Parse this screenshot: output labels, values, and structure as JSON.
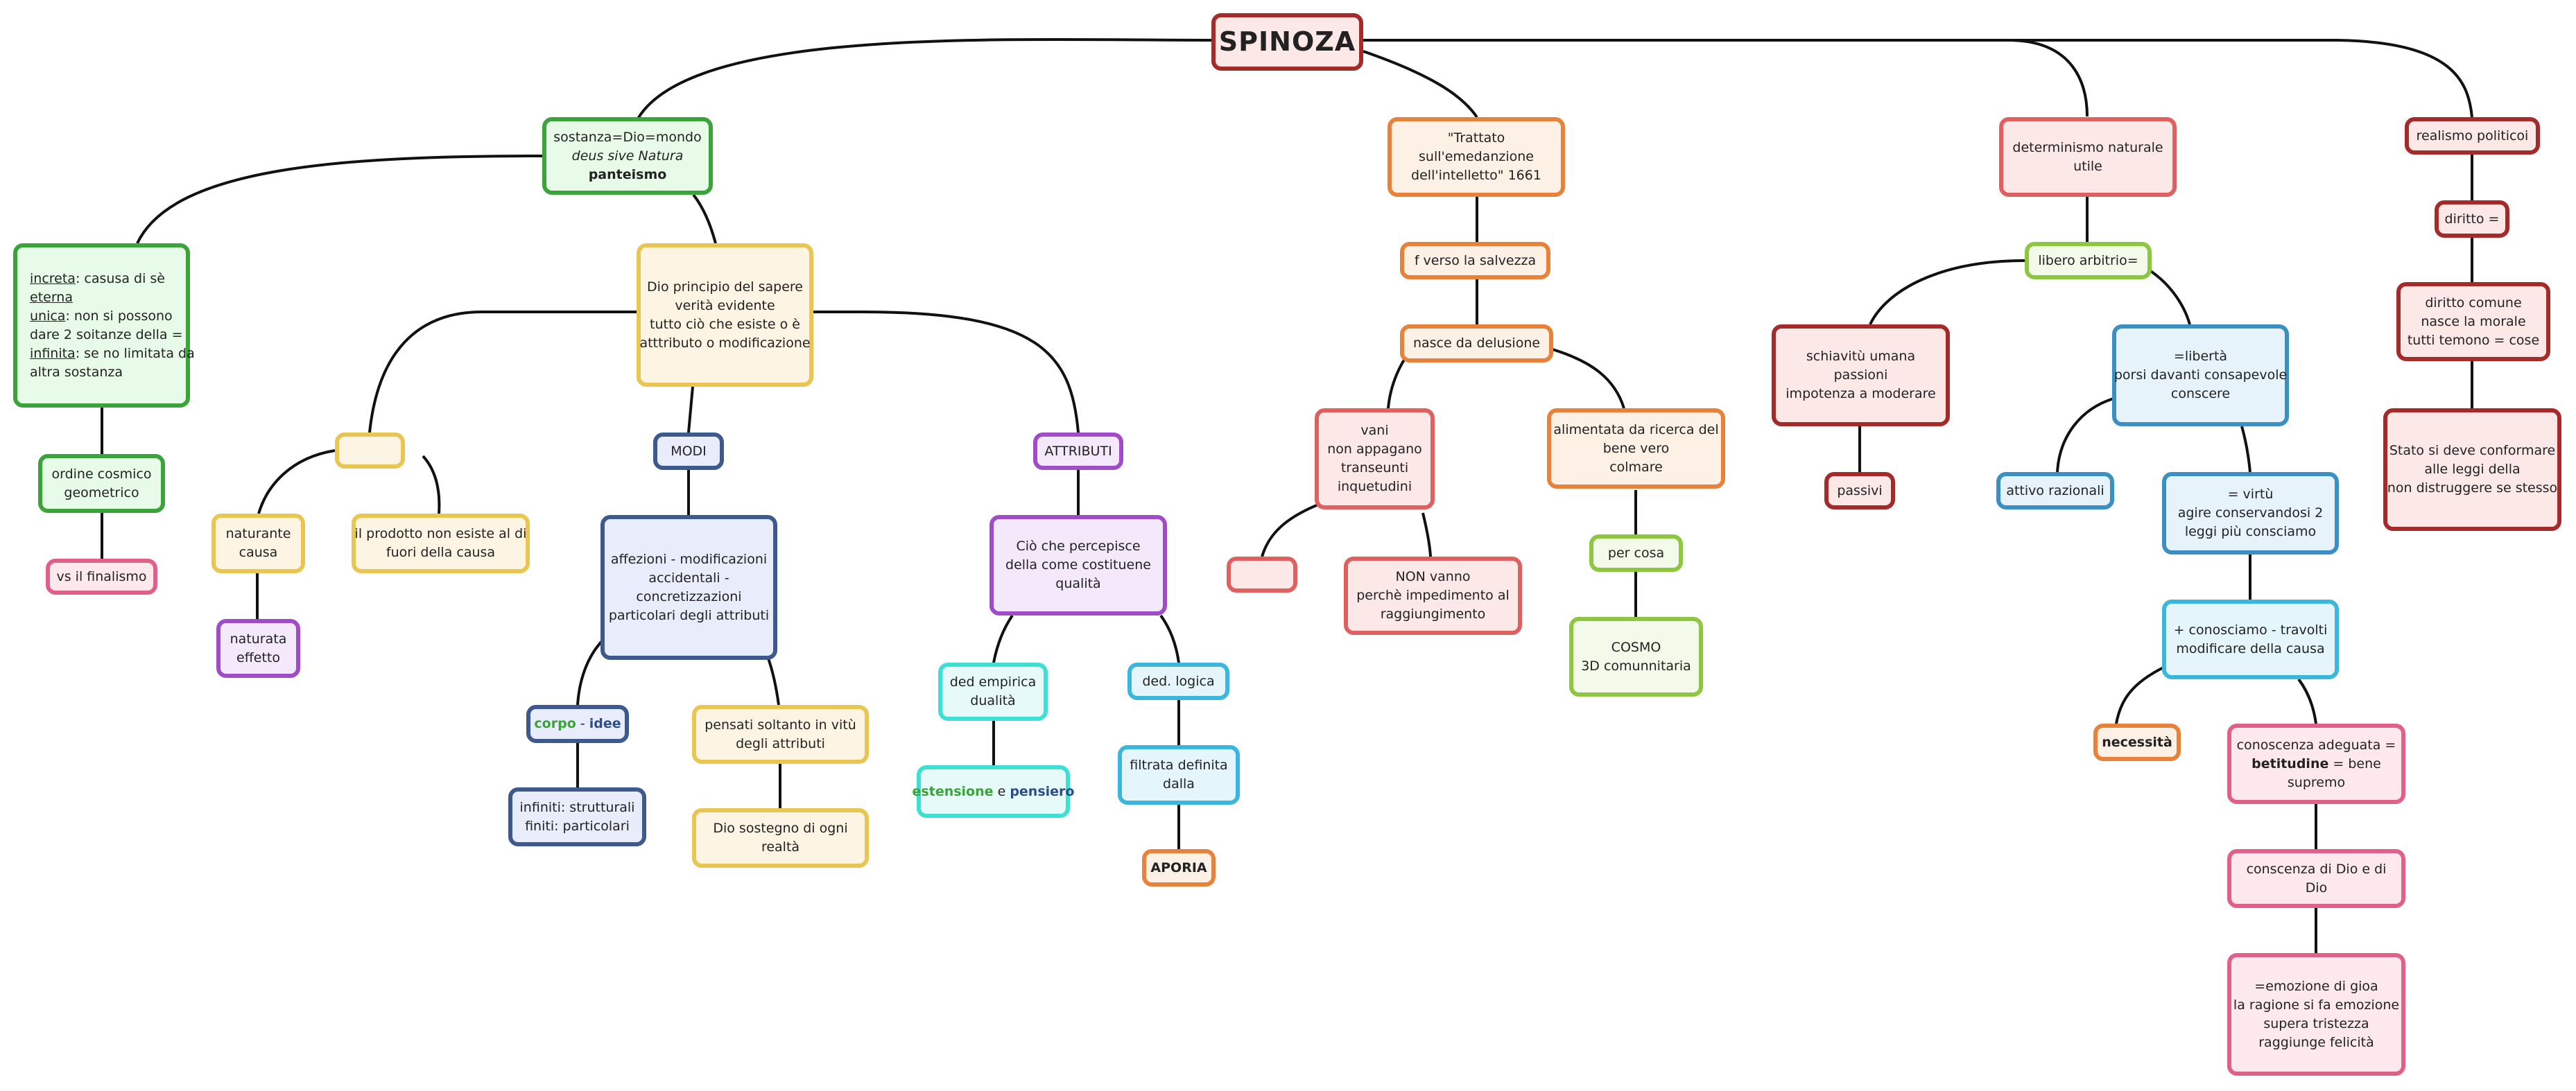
{
  "title": "SPINOZA",
  "colors": {
    "dark_red": "#a52a2a",
    "red": "#e06060",
    "green": "#3aa33a",
    "light_green": "#8dc63f",
    "yellow": "#e9c552",
    "blue": "#3d5a8f",
    "light_blue": "#3a8fc4",
    "sky": "#3bb6dc",
    "purple": "#a04bc8",
    "orange": "#e8823a",
    "pink": "#e0608a",
    "cyan": "#3ee0d6"
  },
  "nodes": {
    "sostanza": {
      "line1": "sostanza=Dio=mondo",
      "line2": "deus sive Natura",
      "line3": "panteismo"
    },
    "increta": {
      "l1_u": "increta",
      "l1_t": ": casusa di sè",
      "l2_u": "eterna",
      "l3_u": "unica",
      "l3_t": ": non si possono",
      "l4": "dare 2 soitanze della =",
      "l5_u": "infinita",
      "l5_t": ": se no limitata da",
      "l6": "altra sostanza"
    },
    "ordine": {
      "line1": "ordine cosmico",
      "line2": "geometrico"
    },
    "finalismo": {
      "line1": "vs il finalismo"
    },
    "dio_principio": {
      "line1": "Dio principio del sapere",
      "line2": "verità evidente",
      "line3": "tutto ciò che esiste o è",
      "line4": "atttributo o modificazione"
    },
    "box_empty": {
      "line1": ""
    },
    "naturante": {
      "line1": " naturante",
      "line2": "causa"
    },
    "naturata": {
      "line1": " naturata",
      "line2": "effetto"
    },
    "prodotto": {
      "line1": "il prodotto non esiste al di",
      "line2": "fuori della causa"
    },
    "modi": {
      "line1": "MODI"
    },
    "affezioni": {
      "line1": "affezioni - modificazioni",
      "line2": "accidentali -",
      "line3": "concretizzazioni",
      "line4": "particolari degli attributi"
    },
    "corpo_idee": {
      "a": "corpo",
      "sep": " - ",
      "b": "idee"
    },
    "infiniti": {
      "line1": "infiniti: strutturali",
      "line2": "finiti: particolari"
    },
    "pensati": {
      "line1": "pensati soltanto in vitù",
      "line2": "degli attributi"
    },
    "dio_sostegno": {
      "line1": "Dio sostegno di ogni",
      "line2": "realtà"
    },
    "attributi": {
      "line1": "ATTRIBUTI"
    },
    "cio_che": {
      "line1": "Ciò che  percepisce",
      "line2": "della come costituene",
      "line3": "qualità"
    },
    "ded_empirica": {
      "line1": "ded empirica",
      "line2": "dualità"
    },
    "estensione": {
      "a": "estensione",
      "sep": " e ",
      "b": "pensiero"
    },
    "ded_logica": {
      "line1": "ded. logica "
    },
    "filtrata": {
      "line1": "filtrata definita",
      "line2": "dalla "
    },
    "aporia": {
      "line1": "APORIA"
    },
    "trattato": {
      "line1": "\"Trattato",
      "line2": "sull'emedanzione",
      "line3": "dell'intelletto\" 1661"
    },
    "salvezza": {
      "line1": "f  verso la salvezza"
    },
    "delusione": {
      "line1": "nasce da delusione"
    },
    "vani": {
      "line1": "vani",
      "line2": "non appagano",
      "line3": "transeunti",
      "line4": "inquetudini"
    },
    "small_box": {
      "line1": ""
    },
    "non_vanno": {
      "line1": "NON vanno ",
      "line2": "perchè impedimento al",
      "line3": "raggiungimento"
    },
    "alimentata": {
      "line1": "alimentata da ricerca del",
      "line2": "bene vero",
      "line3": "colmare "
    },
    "per_cosa": {
      "line1": " per cosa "
    },
    "cosmo": {
      "line1": "COSMO",
      "line2": "",
      "line3": "3D comunnitaria"
    },
    "determinismo": {
      "line1": "determinismo naturale",
      "line2": "  utile        "
    },
    "libero": {
      "line1": "libero arbitrio= "
    },
    "schiavitu": {
      "line1": "schiavitù umana",
      "line2": " passioni",
      "line3": "impotenza a moderare"
    },
    "passivi": {
      "line1": "passivi"
    },
    "liberta": {
      "line1": "=libertà",
      "line2": "porsi davanti consapevole",
      "line3": "conscere "
    },
    "attivo": {
      "line1": "attivo razionali"
    },
    "virtu": {
      "line1": "= virtù",
      "line2": "agire conservandosi 2",
      "line3": "leggi più consciamo"
    },
    "conosciamo": {
      "line1": "+ conosciamo - travolti",
      "line2": "modificare  della causa"
    },
    "necessita": {
      "line1": "necessità"
    },
    "conoscenza": {
      "line1": "conoscenza adeguata =",
      "line2a": "betitudine",
      "line2b": " = bene",
      "line3": "supremo"
    },
    "conscenza_dio": {
      "line1": "conscenza di Dio e   di",
      "line2": "Dio"
    },
    "emozione": {
      "line1": "=emozione di gioa",
      "line2": "la ragione si fa emozione",
      "line3": "supera tristezza",
      "line4": "raggiunge felicità"
    },
    "realismo": {
      "line1": "realismo politicoi"
    },
    "diritto": {
      "line1": "diritto = "
    },
    "diritto_comune": {
      "line1": "diritto comune",
      "line2": "nasce la morale",
      "line3": "tutti temono = cose"
    },
    "stato": {
      "line1": "Stato si deve conformare",
      "line2": "alle leggi della ",
      "line3": "non distruggere se stesso"
    }
  }
}
